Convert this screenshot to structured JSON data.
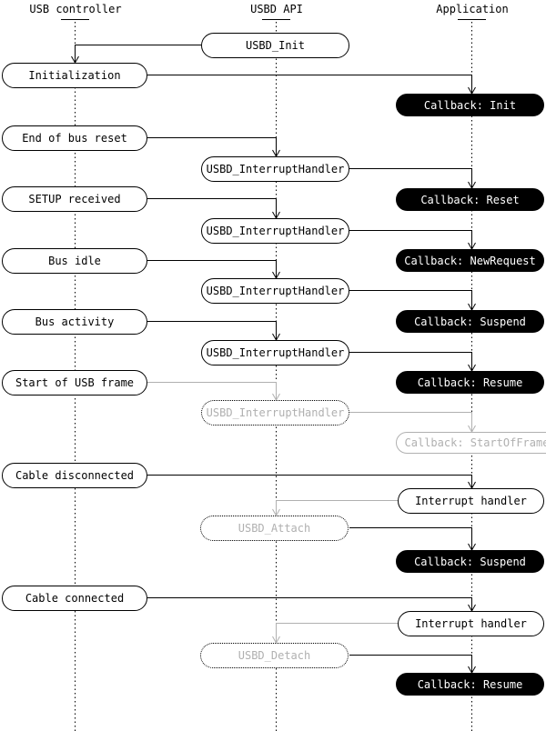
{
  "columns": [
    {
      "label": "USB controller"
    },
    {
      "label": "USBD API"
    },
    {
      "label": "Application"
    }
  ],
  "nodes": {
    "usbd_init": "USBD_Init",
    "initialization": "Initialization",
    "callback_init": "Callback: Init",
    "end_of_bus_reset": "End of bus reset",
    "interrupt_handler_1": "USBD_InterruptHandler",
    "callback_reset": "Callback: Reset",
    "setup_received": "SETUP received",
    "interrupt_handler_2": "USBD_InterruptHandler",
    "callback_newrequest": "Callback: NewRequest",
    "bus_idle": "Bus idle",
    "interrupt_handler_3": "USBD_InterruptHandler",
    "callback_suspend_1": "Callback: Suspend",
    "bus_activity": "Bus activity",
    "interrupt_handler_4": "USBD_InterruptHandler",
    "callback_resume_1": "Callback: Resume",
    "start_of_usb_frame": "Start of USB frame",
    "interrupt_handler_5": "USBD_InterruptHandler",
    "callback_startofframe": "Callback: StartOfFrame",
    "cable_disconnected": "Cable disconnected",
    "app_interrupt_handler_1": "Interrupt handler",
    "usbd_attach": "USBD_Attach",
    "callback_suspend_2": "Callback: Suspend",
    "cable_connected": "Cable connected",
    "app_interrupt_handler_2": "Interrupt handler",
    "usbd_detach": "USBD_Detach",
    "callback_resume_2": "Callback: Resume"
  },
  "colors": {
    "line": "#000000",
    "inactive": "#b0b0b0",
    "callback_bg": "#000000",
    "callback_text": "#ffffff",
    "node_bg": "#ffffff"
  }
}
